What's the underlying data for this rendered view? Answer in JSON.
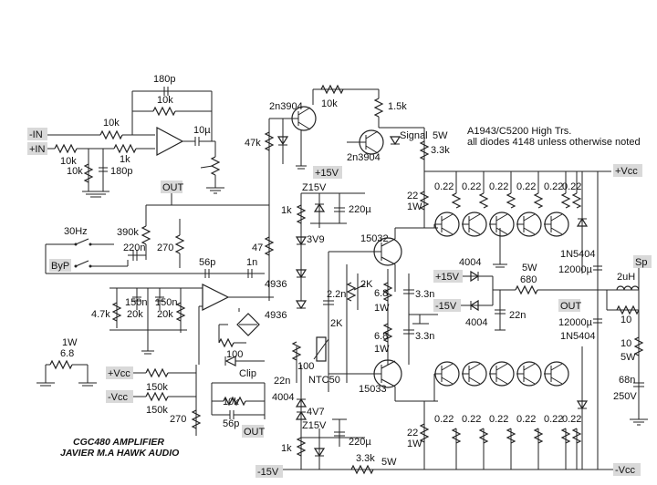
{
  "title": {
    "line1": "CGC480 AMPLIFIER",
    "line2": "JAVIER M.A HAWK AUDIO"
  },
  "notes": {
    "line1": "A1943/C5200 High Trs.",
    "line2": "all diodes 4148 unless otherwise noted"
  },
  "ports": {
    "in_minus": "-IN",
    "in_plus": "+IN",
    "out_top": "OUT",
    "out_bottom": "OUT",
    "out_right": "OUT",
    "vcc_pos": "+Vcc",
    "vcc_neg": "-Vcc",
    "vcc_pos_right": "+Vcc",
    "vcc_neg_right": "-Vcc",
    "v15_pos_top": "+15V",
    "v15_neg_bottom": "-15V",
    "v15_pos_mid": "+15V",
    "v15_neg_mid": "-15V",
    "sp": "Sp",
    "hz30": "30Hz",
    "byp": "ByP",
    "signal": "Signal",
    "clip": "Clip"
  },
  "parts": {
    "c180p_top": "180p",
    "r10k_fb": "10k",
    "r10k_in": "10k",
    "r10k_a": "10k",
    "r1k": "1k",
    "r10k_b": "10k",
    "c180p_in": "180p",
    "c10u": "10µ",
    "r390k": "390k",
    "c220n": "220n",
    "r270_a": "270",
    "c56p_top": "56p",
    "c1n": "1n",
    "r47": "47",
    "r4936_a": "4936",
    "r4936_b": "4936",
    "c150n_a": "150n",
    "c150n_b": "150n",
    "r4k7": "4.7k",
    "r20k_a": "20k",
    "r20k_b": "20k",
    "r100": "100",
    "r150k_a": "150k",
    "r150k_b": "150k",
    "r10k_c": "10k",
    "c56p_bot": "56p",
    "r270_b": "270",
    "r1w": "1W",
    "r6_8_a": "6.8",
    "q1": "2n3904",
    "q2": "2n3904",
    "r10k_q": "10k",
    "r1_5k": "1.5k",
    "r47k": "47k",
    "r5w": "5W",
    "r3_3k_top": "3.3k",
    "r22_a": "22",
    "r1w_a": "1W",
    "z15v_a": "Z15V",
    "c220u_a": "220µ",
    "r1k_a": "1k",
    "z3v9": "3V9",
    "q15032": "15032",
    "r2k": "2K",
    "c2_2n": "2.2n",
    "r6_8_b": "6.8",
    "r1w_b": "1W",
    "c3_3n_a": "3.3n",
    "r2k_b": "2K",
    "r6_8_c": "6.8",
    "r1w_c": "1W",
    "c3_3n_b": "3.3n",
    "r100_b": "100",
    "ntc": "NTC50",
    "c22n": "22n",
    "r4004_a": "4004",
    "z4v7": "4V7",
    "z15v_b": "Z15V",
    "c220u_b": "220µ",
    "r1k_b": "1k",
    "r3_3k_bot": "3.3k",
    "r5w_b": "5W",
    "r22_b": "22",
    "r1w_d": "1W",
    "q15033": "15033",
    "d4004_b": "4004",
    "r680": "680",
    "r5w_c": "5W",
    "d4004_c": "4004",
    "c22n_b": "22n",
    "c12000u_a": "12000µ",
    "c12000u_b": "12000µ",
    "d1n5404_a": "1N5404",
    "d1n5404_b": "1N5404",
    "l2uh": "2uH",
    "r10_a": "10",
    "r10_b": "10",
    "r5w_d": "5W",
    "c68n": "68n",
    "v250": "250V",
    "re_top": [
      "0.22",
      "0.22",
      "0.22",
      "0.22",
      "0.22",
      "0.22"
    ],
    "re_bot": [
      "0.22",
      "0.22",
      "0.22",
      "0.22",
      "0.22",
      "0.22"
    ]
  }
}
